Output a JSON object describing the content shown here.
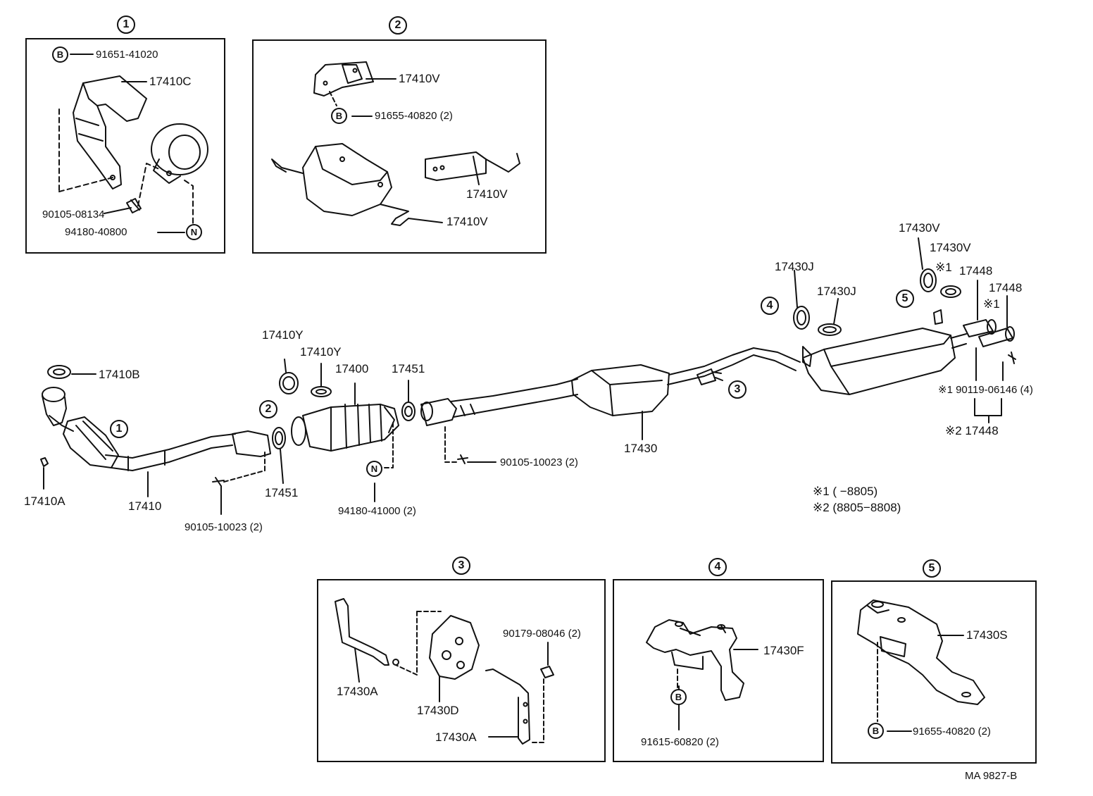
{
  "detail_1": {
    "number": "1",
    "parts": {
      "bolt_b": "91651-41020",
      "insulator": "17410C",
      "bolt": "90105-08134",
      "nut": "94180-40800"
    },
    "letters": {
      "b": "B",
      "n": "N"
    }
  },
  "detail_2": {
    "number": "2",
    "parts": {
      "insulator_top": "17410V",
      "bolt_b": "91655-40820 (2)",
      "insulator_right": "17410V",
      "insulator_bottom": "17410V"
    },
    "letters": {
      "b": "B"
    }
  },
  "main": {
    "front_pipe_gasket": "17410B",
    "front_pipe_nut": "17410A",
    "front_pipe": "17410",
    "bolt_left": "90105-10023 (2)",
    "gasket_17451_left": "17451",
    "gasket_y1": "17410Y",
    "gasket_y2": "17410Y",
    "converter": "17400",
    "gasket_17451_right": "17451",
    "nut_n": "94180-41000 (2)",
    "bolt_mid": "90105-10023 (2)",
    "center_pipe": "17430",
    "gasket_j1": "17430J",
    "gasket_j2": "17430J",
    "gasket_v1": "17430V",
    "gasket_v2": "17430V",
    "tail_pipe_1": "17448",
    "tail_pipe_2": "17448",
    "mark_1": "※1",
    "mark_1b": "※1",
    "bolt_tail": "※1 90119-06146 (4)",
    "tail_assy": "※2 17448",
    "callout_1": "1",
    "callout_2": "2",
    "callout_3": "3",
    "callout_4": "4",
    "callout_5": "5",
    "letter_n": "N",
    "note_1": "※1 (      −8805)",
    "note_2": "※2 (8805−8808)"
  },
  "detail_3": {
    "number": "3",
    "parts": {
      "hanger_left": "17430A",
      "cushion": "17430D",
      "nut": "90179-08046 (2)",
      "hanger_right": "17430A"
    }
  },
  "detail_4": {
    "number": "4",
    "parts": {
      "bracket": "17430F",
      "bolt_b": "91615-60820 (2)"
    },
    "letters": {
      "b": "B"
    }
  },
  "detail_5": {
    "number": "5",
    "parts": {
      "bracket": "17430S",
      "bolt_b": "91655-40820 (2)"
    },
    "letters": {
      "b": "B"
    }
  },
  "footer_code": "MA  9827-B"
}
